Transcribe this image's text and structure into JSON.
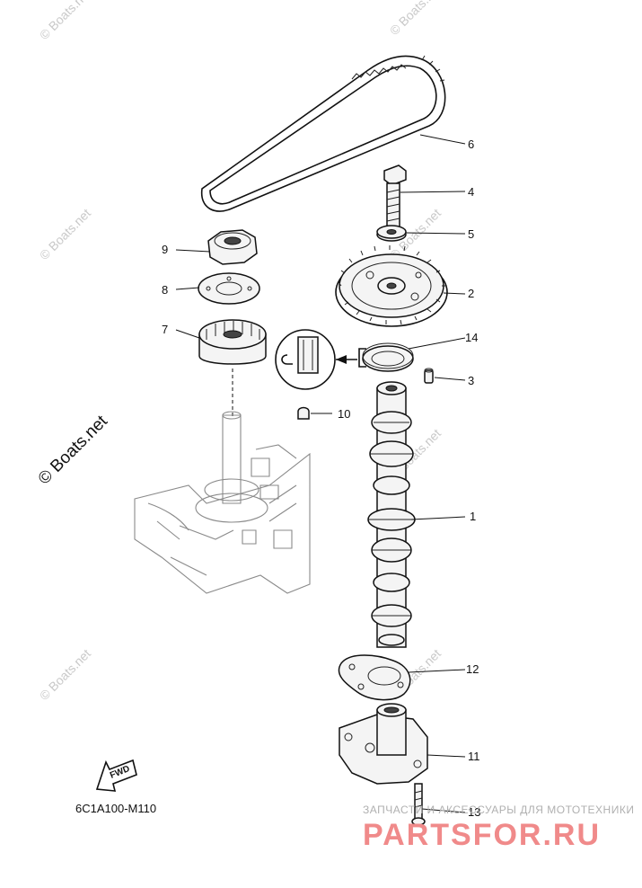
{
  "watermarks": {
    "small": "© Boats.net",
    "large": "© Boats.net"
  },
  "callouts": [
    {
      "id": "1",
      "part": "camshaft"
    },
    {
      "id": "2",
      "part": "driven-gear"
    },
    {
      "id": "3",
      "part": "dowel-pin"
    },
    {
      "id": "4",
      "part": "bolt"
    },
    {
      "id": "5",
      "part": "washer"
    },
    {
      "id": "6",
      "part": "timing-belt"
    },
    {
      "id": "7",
      "part": "drive-gear"
    },
    {
      "id": "8",
      "part": "plate"
    },
    {
      "id": "9",
      "part": "nut"
    },
    {
      "id": "10",
      "part": "woodruff-key"
    },
    {
      "id": "11",
      "part": "oil-pump"
    },
    {
      "id": "12",
      "part": "gasket"
    },
    {
      "id": "13",
      "part": "pump-bolt"
    },
    {
      "id": "14",
      "part": "oil-seal"
    }
  ],
  "fwd_label": "FWD",
  "diagram_code": "6C1A100-M110",
  "promo": {
    "tagline": "ЗАПЧАСТИ И АКСЕССУАРЫ ДЛЯ МОТОТЕХНИКИ",
    "brand": "PARTSFOR.RU"
  },
  "colors": {
    "line": "#111111",
    "watermark": "#c9c9c9",
    "brand": "#f08a8a"
  }
}
